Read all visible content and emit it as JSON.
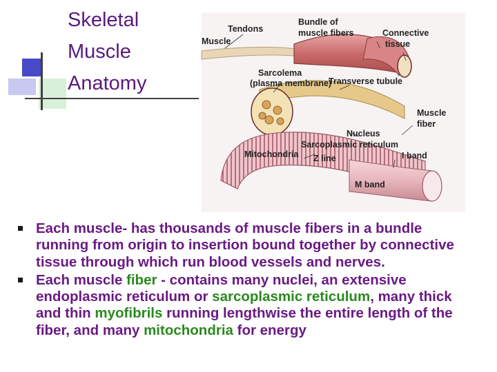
{
  "slide": {
    "title_lines": [
      "Skeletal",
      "Muscle",
      "Anatomy"
    ]
  },
  "diagram": {
    "labels": {
      "tendons": "Tendons",
      "muscle": "Muscle",
      "bundle_line1": "Bundle of",
      "bundle_line2": "muscle fibers",
      "connective_line1": "Connective",
      "connective_line2": "tissue",
      "sarcolema_line1": "Sarcolema",
      "sarcolema_line2": "(plasma membrane)",
      "transverse_tubule": "Transverse tubule",
      "muscle_fiber_line1": "Muscle",
      "muscle_fiber_line2": "fiber",
      "nucleus": "Nucleus",
      "sarcoplasmic_reticulum": "Sarcoplasmic reticulum",
      "mitochondria": "Mitochondria",
      "z_line": "Z line",
      "i_band": "I band",
      "m_band": "M band"
    }
  },
  "bullets": [
    {
      "seg1": "Each muscle",
      "seg2": "- has thousands of muscle fibers in a bundle running from origin to insertion bound together by connective tissue through which run blood vessels and nerves."
    },
    {
      "seg1": "Each muscle",
      "seg2": " fiber",
      "seg3": " - contains many nuclei, an extensive endoplasmic reticulum or ",
      "seg4": "sarcoplasmic reticulum",
      "seg5": ", many thick and thin ",
      "seg6": "myofibrils",
      "seg7": " running lengthwise the entire length of the fiber, and many ",
      "seg8": "mitochondria",
      "seg9": " for energy"
    }
  ],
  "colors": {
    "title": "#5a1a7a",
    "text_purple": "#6a1a84",
    "text_green": "#2a8a1e",
    "muscle_red": "#c96a6a",
    "fiber_pink": "#e7b6bc",
    "connective_tan": "#e6c98a"
  }
}
